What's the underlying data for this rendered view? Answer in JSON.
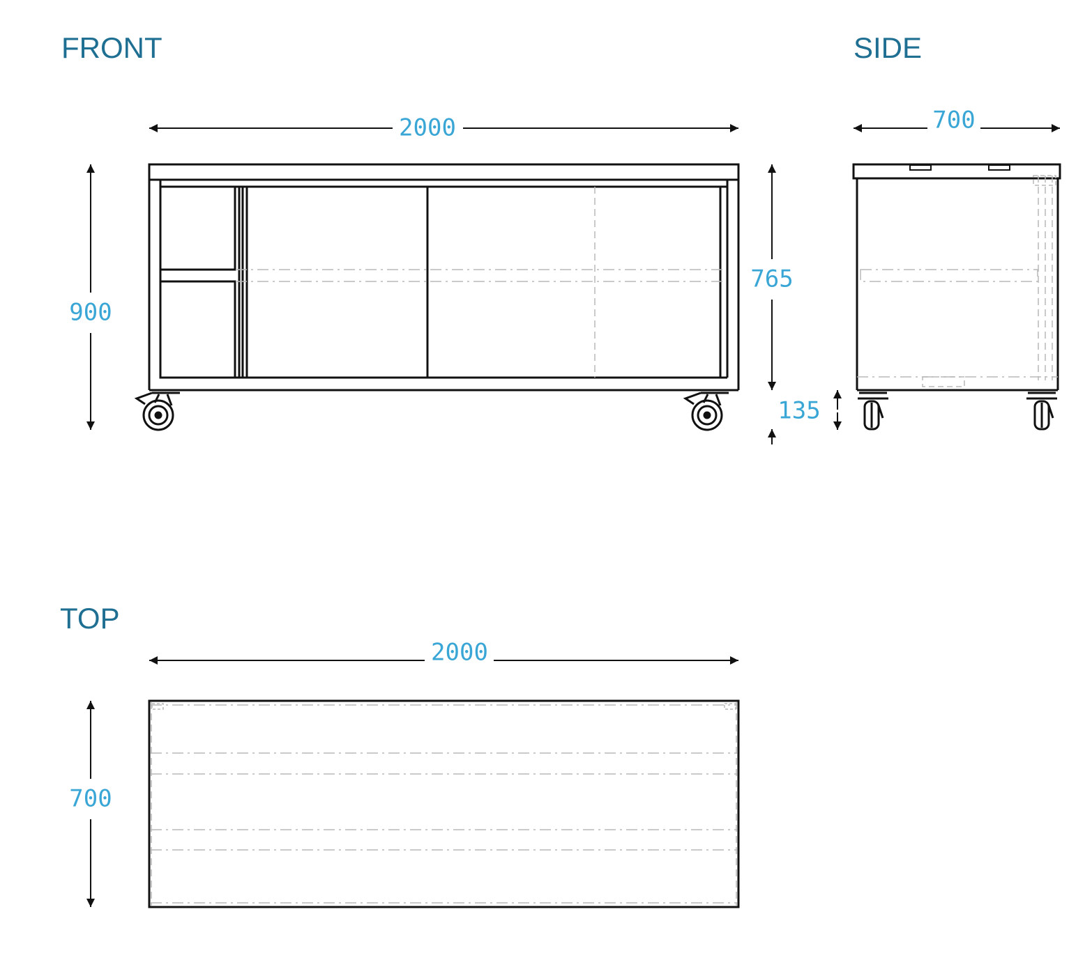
{
  "views": {
    "front": {
      "title": "FRONT"
    },
    "side": {
      "title": "SIDE"
    },
    "top": {
      "title": "TOP"
    }
  },
  "dimensions": {
    "front_width": "2000",
    "front_height": "900",
    "cabinet_height": "765",
    "caster_height": "135",
    "side_depth": "700",
    "top_width": "2000",
    "top_depth": "700"
  },
  "colors": {
    "title": "#1f6f93",
    "dimension_text": "#3aa6d6",
    "line": "#111111",
    "hidden_line": "#b8b8b8"
  }
}
